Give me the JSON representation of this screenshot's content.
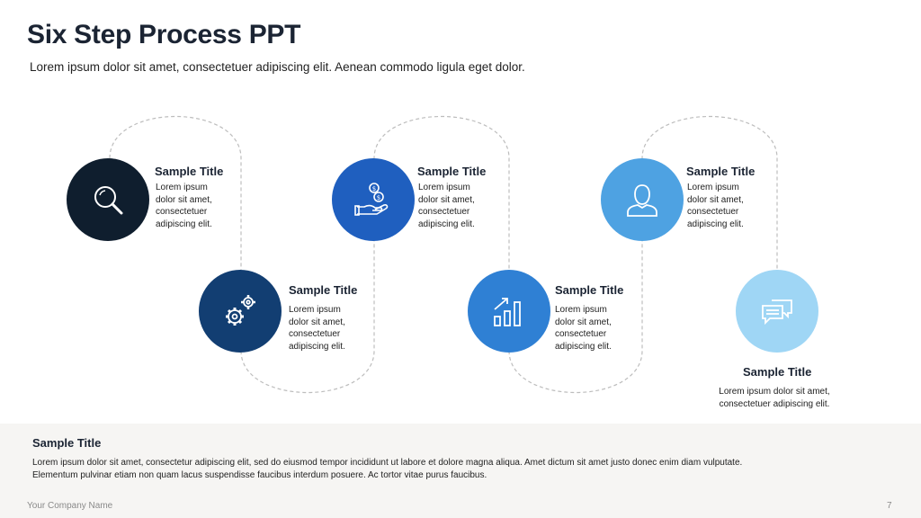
{
  "header": {
    "title": "Six Step Process PPT",
    "subtitle": "Lorem ipsum dolor sit amet, consectetuer adipiscing elit. Aenean commodo ligula eget dolor."
  },
  "colors": {
    "step1": "#0f1e2e",
    "step2": "#123e72",
    "step3": "#1f5fbf",
    "step4": "#2f80d4",
    "step5": "#4ea2e2",
    "step6": "#9fd6f5",
    "connector": "#bdbdbd",
    "footer_bg": "#f6f5f3"
  },
  "steps": [
    {
      "icon": "magnifier-icon",
      "title": "Sample Title",
      "lines": [
        "Lorem ipsum",
        "dolor sit amet,",
        "consectetuer",
        "adipiscing elit."
      ]
    },
    {
      "icon": "gears-icon",
      "title": "Sample Title",
      "lines": [
        "Lorem ipsum",
        "dolor sit amet,",
        "consectetuer",
        "adipiscing elit."
      ]
    },
    {
      "icon": "money-hand-icon",
      "title": "Sample Title",
      "lines": [
        "Lorem ipsum",
        "dolor sit amet,",
        "consectetuer",
        "adipiscing elit."
      ]
    },
    {
      "icon": "growth-chart-icon",
      "title": "Sample Title",
      "lines": [
        "Lorem ipsum",
        "dolor sit amet,",
        "consectetuer",
        "adipiscing elit."
      ]
    },
    {
      "icon": "user-icon",
      "title": "Sample Title",
      "lines": [
        "Lorem ipsum",
        "dolor sit amet,",
        "consectetuer",
        "adipiscing elit."
      ]
    },
    {
      "icon": "chat-bubbles-icon",
      "title": "Sample Title",
      "lines": [
        "Lorem ipsum dolor sit amet,",
        "consectetuer adipiscing elit."
      ]
    }
  ],
  "footer": {
    "title": "Sample Title",
    "line1": "Lorem ipsum dolor sit amet, consectetur adipiscing elit, sed do eiusmod tempor incididunt ut labore et dolore magna aliqua. Amet dictum sit amet justo donec enim diam vulputate.",
    "line2": "Elementum pulvinar etiam non quam lacus suspendisse faucibus interdum posuere. Ac tortor vitae purus faucibus.",
    "company": "Your Company Name",
    "page": "7"
  }
}
